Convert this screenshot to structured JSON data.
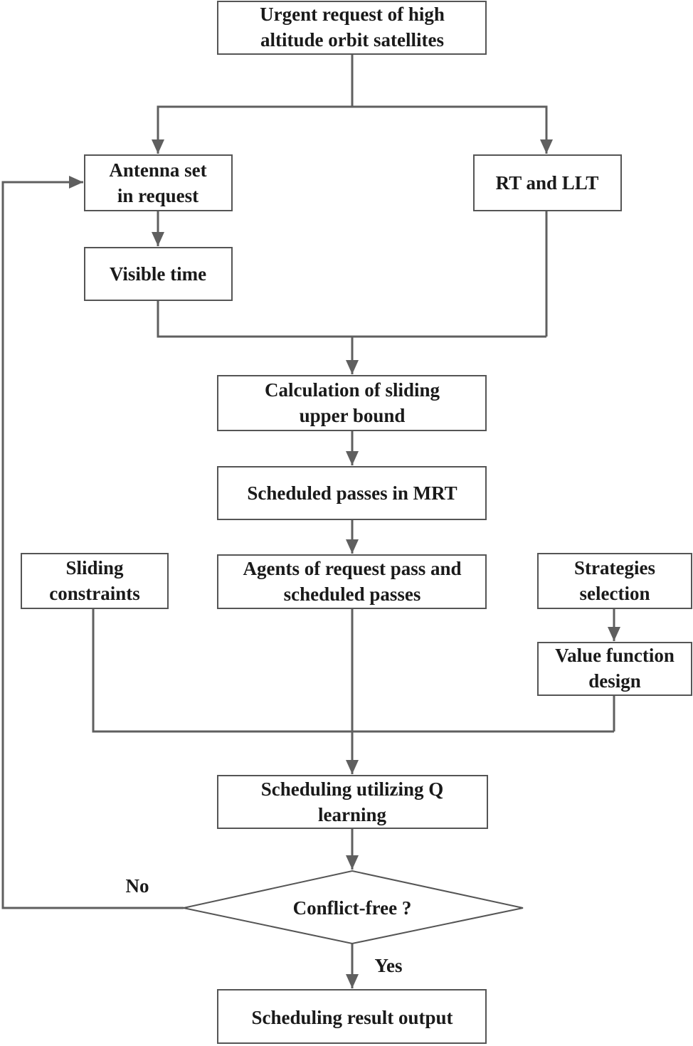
{
  "nodes": {
    "urgent_request": [
      "Urgent request of high",
      "altitude orbit satellites"
    ],
    "antenna_set": [
      "Antenna set",
      "in request"
    ],
    "rt_llt": [
      "RT and LLT"
    ],
    "visible_time": [
      "Visible time"
    ],
    "calc_sliding": [
      "Calculation of sliding",
      "upper bound"
    ],
    "scheduled_passes": [
      "Scheduled passes in MRT"
    ],
    "sliding_constraints": [
      "Sliding",
      "constraints"
    ],
    "agents": [
      "Agents of request pass and",
      "scheduled passes"
    ],
    "strategies": [
      "Strategies",
      "selection"
    ],
    "value_function": [
      "Value function",
      "design"
    ],
    "scheduling_q": [
      "Scheduling utilizing Q",
      "learning"
    ],
    "conflict_free": [
      "Conflict-free ?"
    ],
    "result_output": [
      "Scheduling result output"
    ]
  },
  "edges": {
    "no_label": "No",
    "yes_label": "Yes"
  },
  "colors": {
    "line": "#5f5f5f",
    "box_border": "#555555",
    "text": "#1a1a1a"
  }
}
